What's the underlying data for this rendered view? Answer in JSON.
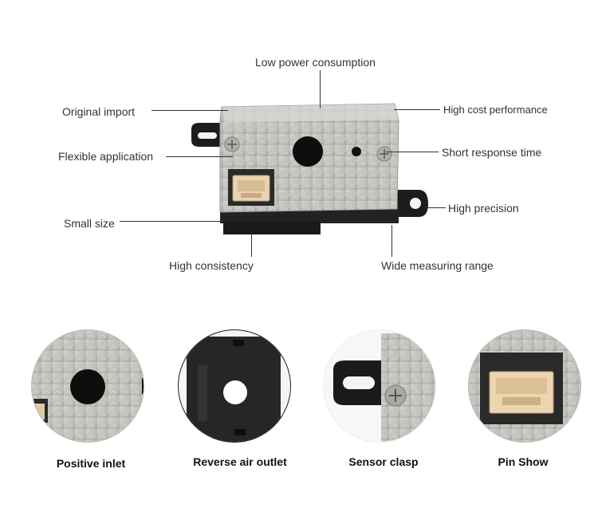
{
  "features": {
    "low_power": "Low power consumption",
    "original_import": "Original import",
    "high_cost_performance": "High cost performance",
    "flexible_application": "Flexible application",
    "short_response_time": "Short response time",
    "small_size": "Small size",
    "high_precision": "High precision",
    "high_consistency": "High consistency",
    "wide_measuring_range": "Wide measuring range"
  },
  "details": [
    {
      "caption": "Positive inlet"
    },
    {
      "caption": "Reverse air outlet"
    },
    {
      "caption": "Sensor clasp"
    },
    {
      "caption": "Pin Show"
    }
  ]
}
